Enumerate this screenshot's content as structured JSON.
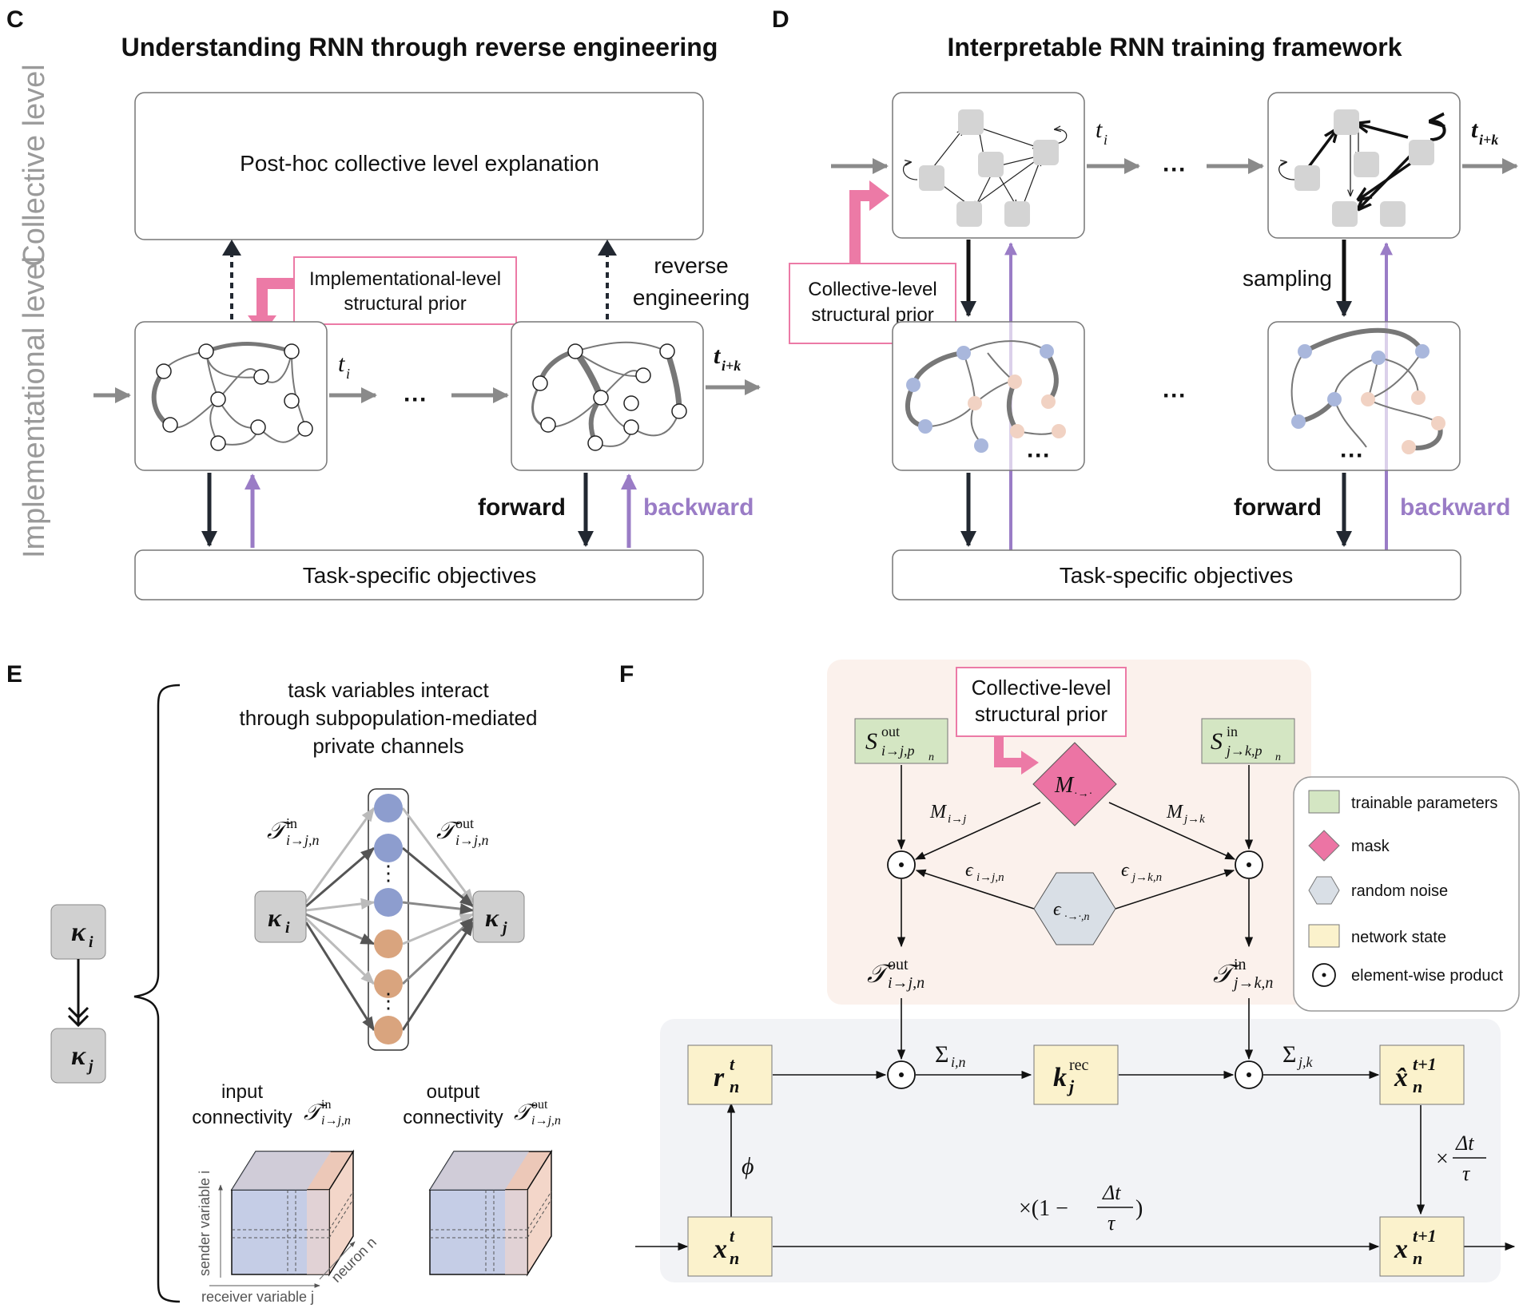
{
  "panels": {
    "C": {
      "letter": "C",
      "title": "Understanding RNN through reverse engineering",
      "side_collective": "Collective level",
      "side_implementational": "Implementational level",
      "collective_box": "Post-hoc collective level explanation",
      "prior_box_line1": "Implementational-level",
      "prior_box_line2": "structural prior",
      "reverse_line1": "reverse",
      "reverse_line2": "engineering",
      "t_i": "t",
      "t_i_sub": "i",
      "t_ik": "t",
      "t_ik_sub": "i+k",
      "ellipsis": "···",
      "forward": "forward",
      "backward": "backward",
      "objectives": "Task-specific objectives"
    },
    "D": {
      "letter": "D",
      "title": "Interpretable RNN training framework",
      "t_i": "t",
      "t_i_sub": "i",
      "t_ik": "t",
      "t_ik_sub": "i+k",
      "ellipsis": "···",
      "prior_box_line1": "Collective-level",
      "prior_box_line2": "structural prior",
      "sampling": "sampling",
      "forward": "forward",
      "backward": "backward",
      "objectives": "Task-specific objectives"
    },
    "E": {
      "letter": "E",
      "desc_line1": "task variables interact",
      "desc_line2": "through subpopulation-mediated",
      "desc_line3": "private channels",
      "kappa_i": "κ",
      "kappa_i_sub": "i",
      "kappa_j": "κ",
      "kappa_j_sub": "j",
      "T_in": "𝒯",
      "T_in_sup": "in",
      "T_in_sub": "i→j,n",
      "T_out": "𝒯",
      "T_out_sup": "out",
      "T_out_sub": "i→j,n",
      "vdots": "⋮",
      "input_line1": "input",
      "input_line2": "connectivity",
      "output_line1": "output",
      "output_line2": "connectivity",
      "axis_sender": "sender variable i",
      "axis_receiver": "receiver variable j",
      "axis_neuron": "neuron n"
    },
    "F": {
      "letter": "F",
      "prior_line1": "Collective-level",
      "prior_line2": "structural prior",
      "S_out": "S",
      "S_out_sup": "out",
      "S_out_sub": "i→j,p",
      "S_out_subsub": "n",
      "S_in": "S",
      "S_in_sup": "in",
      "S_in_sub": "j→k,p",
      "S_in_subsub": "n",
      "mask": "M",
      "mask_sub": "·→·",
      "M_ij": "M",
      "M_ij_sub": "i→j",
      "M_jk": "M",
      "M_jk_sub": "j→k",
      "eps_ij": "ϵ",
      "eps_ij_sub": "i→j,n",
      "eps_jk": "ϵ",
      "eps_jk_sub": "j→k,n",
      "eps_node": "ϵ",
      "eps_node_sub": "·→·,n",
      "T_out_sub": "i→j,n",
      "T_in_sub": "j→k,n",
      "odot": "⊙",
      "sum_in": "Σ",
      "sum_in_sub": "i,n",
      "sum_jk": "Σ",
      "sum_jk_sub": "j,k",
      "r": "r",
      "r_sup": "t",
      "r_sub": "n",
      "k": "k",
      "k_sup": "rec",
      "k_sub": "j",
      "xhat": "x̂",
      "xhat_sup": "t+1",
      "xhat_sub": "n",
      "x": "x",
      "x_sup": "t",
      "x_sub": "n",
      "xnext": "x",
      "xnext_sup": "t+1",
      "xnext_sub": "n",
      "phi": "ϕ",
      "decay": "×(1 − Δt/τ)",
      "decay_prefix": "×(1 −",
      "decay_num": "Δt",
      "decay_den": "τ",
      "decay_suffix": ")",
      "scale_prefix": "×",
      "scale_num": "Δt",
      "scale_den": "τ",
      "legend": [
        {
          "label": "trainable parameters",
          "icon": "green-square",
          "color": "#d4e6c3"
        },
        {
          "label": "mask",
          "icon": "pink-diamond",
          "color": "#ec74a4"
        },
        {
          "label": "random noise",
          "icon": "gray-hexagon",
          "color": "#d9dfe6"
        },
        {
          "label": "network state",
          "icon": "yellow-square",
          "color": "#fbf2cc"
        },
        {
          "label": "element-wise product",
          "icon": "odot-circle",
          "color": "#ffffff"
        }
      ]
    }
  },
  "colors": {
    "pink": "#ec7aa6",
    "purple": "#9a7cc6",
    "arrow_gray": "#8a8a8a",
    "dark": "#222831",
    "blue_node": "#a9b7dc",
    "peach_node": "#f1d2c3",
    "orange_node": "#d9a47e",
    "blue_circle": "#8d9dce",
    "green": "#d4e6c3",
    "yellow": "#fbf2cc",
    "hex": "#d9dfe6",
    "pink_region": "#fbf1ec",
    "gray_region": "#f2f3f6"
  }
}
